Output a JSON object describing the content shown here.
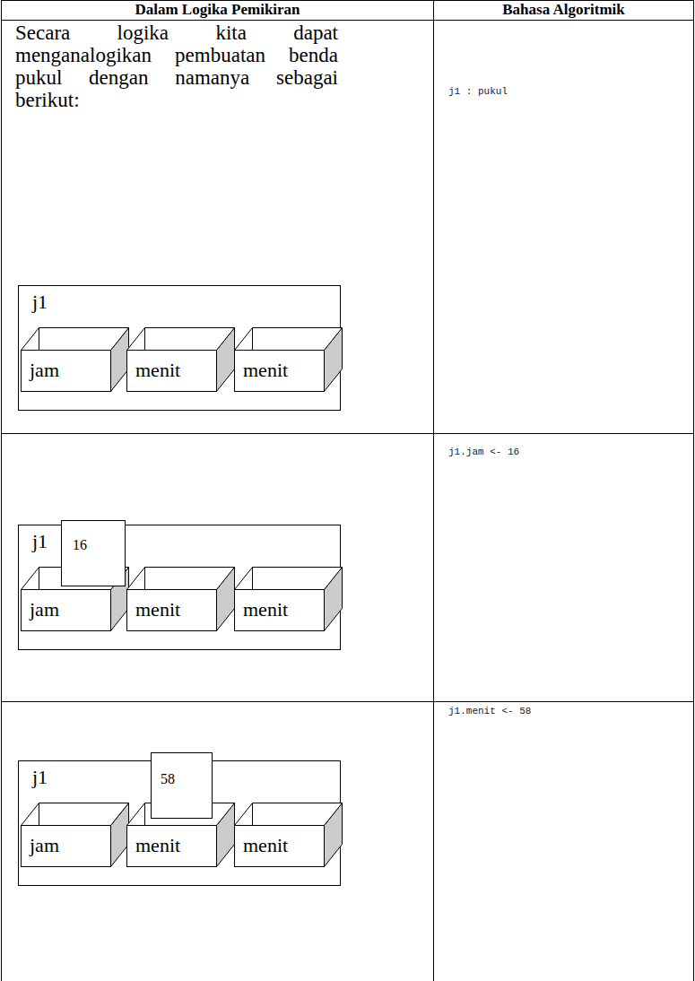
{
  "diagram": {
    "nodes": [
      {
        "text": [
          "j1"
        ]
      },
      {
        "text": [
          "jam"
        ],
        "in": 0
      },
      {
        "text": [
          "menit"
        ],
        "in": 0
      },
      {
        "text": [
          "menit"
        ],
        "in": 0
      },
      {
        "text": [
          "j1"
        ]
      },
      {
        "text": [
          "16"
        ],
        "in": 4
      },
      {
        "text": [
          "jam"
        ],
        "in": 4
      },
      {
        "text": [
          "menit"
        ],
        "in": 4
      },
      {
        "text": [
          "menit"
        ],
        "in": 4
      },
      {
        "text": [
          "j1"
        ]
      },
      {
        "text": [
          "58"
        ],
        "in": 9
      },
      {
        "text": [
          "jam"
        ],
        "in": 9
      },
      {
        "text": [
          "menit"
        ],
        "in": 9
      },
      {
        "text": [
          "menit"
        ],
        "in": 9
      }
    ],
    "labels": [
      "Dalam Logika Pemikiran",
      "Bahasa Algoritmik",
      "Secara logika kita dapat menganalogikan pembuatan benda pukul dengan namanya sebagai berikut:",
      "j1 : pukul",
      "j1.jam <- 16",
      "j1.menit <- 58"
    ]
  }
}
